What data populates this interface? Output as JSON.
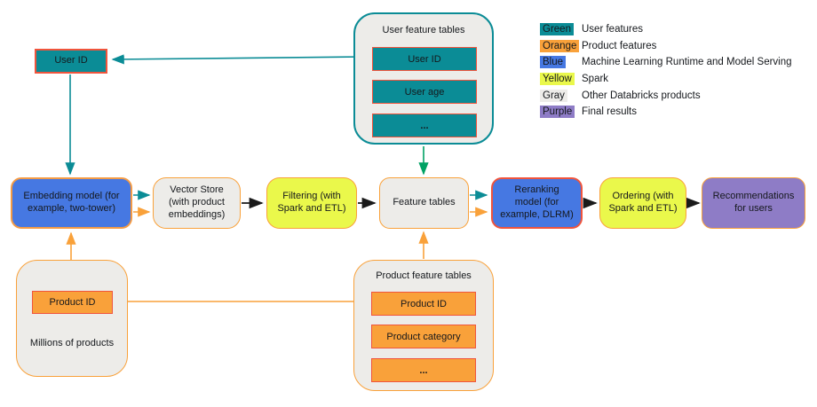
{
  "colors": {
    "teal": "#0b8c96",
    "green": "#00a264",
    "orange": "#f9a13a",
    "lorange": "#f49b45",
    "red": "#f0543c",
    "blue": "#4678e2",
    "yellow": "#eaf84b",
    "gray": "#edece9",
    "purple": "#8e7cc6",
    "black": "#1a1a1a"
  },
  "nodes": {
    "user_id_top": "User ID",
    "embedding": "Embedding model (for example, two-tower)",
    "vector_store": "Vector Store (with product embeddings)",
    "filtering": "Filtering (with Spark and ETL)",
    "feature_tables": "Feature tables",
    "reranking": "Reranking model (for example, DLRM)",
    "ordering": "Ordering (with Spark and ETL)",
    "recommendations": "Recommendations for users"
  },
  "user_feature_tables": {
    "title": "User feature tables",
    "rows": [
      "User ID",
      "User age",
      "..."
    ]
  },
  "millions_of_products": {
    "label": "Millions of products",
    "product_id": "Product ID"
  },
  "product_feature_tables": {
    "title": "Product feature tables",
    "rows": [
      "Product ID",
      "Product category",
      "..."
    ]
  },
  "legend": {
    "items": [
      {
        "color_label": "Green",
        "description": "User features"
      },
      {
        "color_label": "Orange",
        "description": "Product features"
      },
      {
        "color_label": "Blue",
        "description": "Machine Learning Runtime and Model Serving"
      },
      {
        "color_label": "Yellow",
        "description": "Spark"
      },
      {
        "color_label": "Gray",
        "description": "Other Databricks products"
      },
      {
        "color_label": "Purple",
        "description": "Final results"
      }
    ]
  }
}
